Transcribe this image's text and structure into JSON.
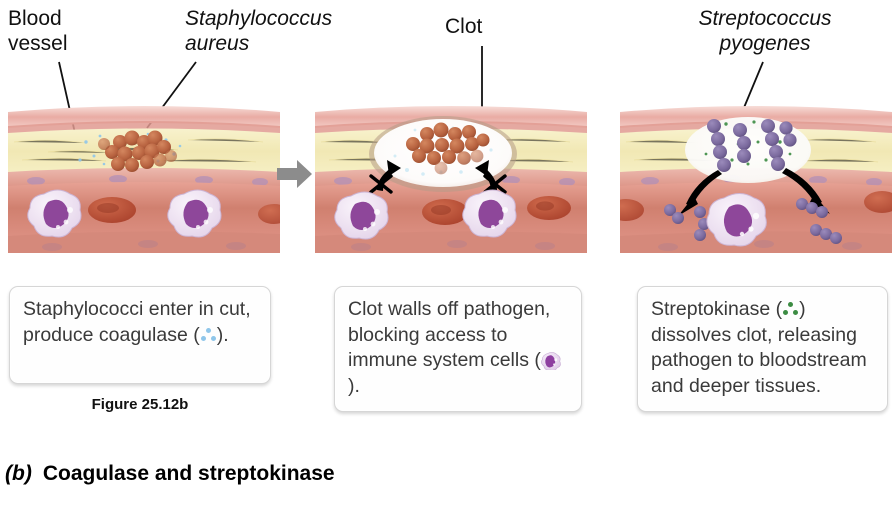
{
  "figure": {
    "number": "Figure 25.12b",
    "part_letter": "(b)",
    "part_title": "Coagulase and streptokinase"
  },
  "labels": {
    "blood_vessel": "Blood\nvessel",
    "blood_vessel_line1": "Blood",
    "blood_vessel_line2": "vessel",
    "staph_line1": "Staphylococcus",
    "staph_line2": "aureus",
    "clot": "Clot",
    "strep_line1": "Streptococcus",
    "strep_line2": "pyogenes"
  },
  "captions": {
    "step1": {
      "text_before": "Staphylococci enter in cut, produce coagulase (",
      "symbol": "coagulase-triad-blue",
      "text_after": ")."
    },
    "step2": {
      "text_before": "Clot walls off pathogen, blocking access to immune system cells (",
      "symbol": "immune-cell-purple",
      "text_after": ")."
    },
    "step3": {
      "text_before": "Streptokinase (",
      "symbol": "streptokinase-triad-green",
      "text_after": ") dissolves clot, releasing pathogen to bloodstream and deeper tissues."
    }
  },
  "panels": [
    {
      "name": "panel-staphylococci-enter",
      "pathogen": "Staphylococcus aureus",
      "pathogen_color": "#b5643f",
      "pathogen_arrangement": "grape-like clusters",
      "enzyme": "coagulase",
      "enzyme_color": "#8fc6ea",
      "clot_present": "no"
    },
    {
      "name": "panel-clot-walls-off",
      "pathogen": "Staphylococcus aureus",
      "pathogen_color": "#b5643f",
      "clot_present": "yes",
      "blocked_arrows": 2,
      "blocked_marker": "X"
    },
    {
      "name": "panel-streptokinase-dissolves",
      "pathogen": "Streptococcus pyogenes",
      "pathogen_color": "#7b6a9e",
      "pathogen_arrangement": "chains",
      "enzyme": "streptokinase",
      "enzyme_color": "#3c8c43",
      "clot_present": "dissolving",
      "escape_arrows": 2
    }
  ],
  "icons": {
    "transition_arrow": "right-arrow-icon",
    "transition_arrow_color": "#8c8c8c"
  },
  "colors": {
    "epidermis": "#eab4ae",
    "epidermis_light": "#f5d7d2",
    "fat_layer": "#f3ecbe",
    "dermis": "#d98d80",
    "dermis_deep": "#c9776b",
    "vessel": "#df9e92",
    "red_blood_cell": "#bb4a33",
    "white_blood_cell": "#efe3f2",
    "white_blood_cell_nucleus": "#8e479a",
    "clot_fill": "#ffffff",
    "background": "#ffffff"
  }
}
